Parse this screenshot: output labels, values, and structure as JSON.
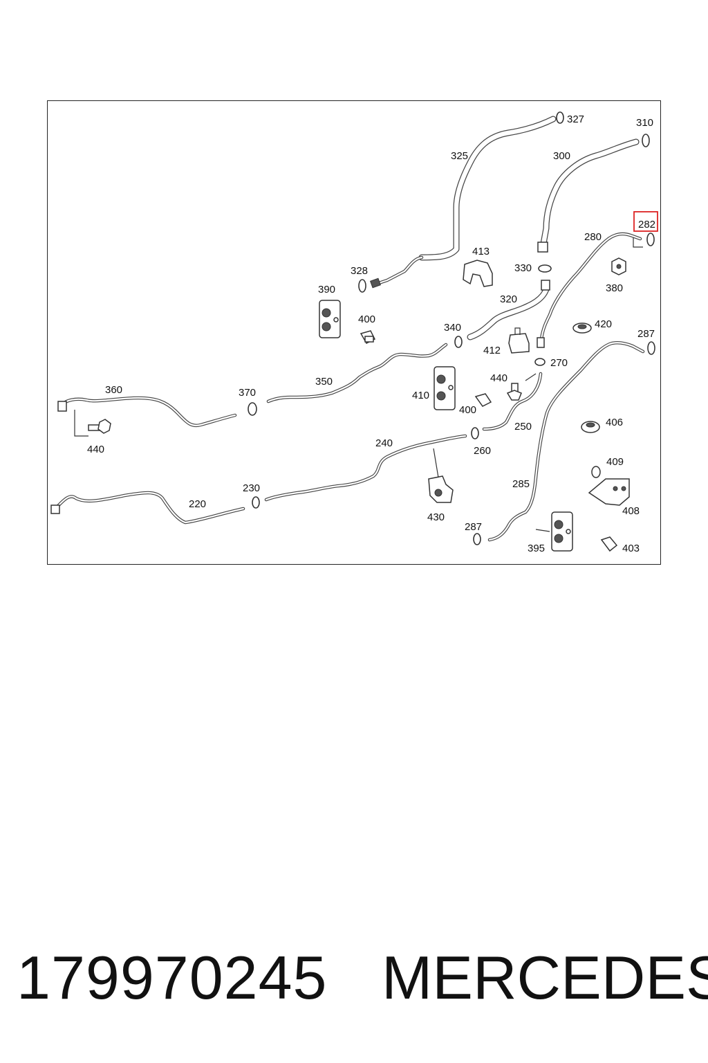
{
  "diagram": {
    "labels": {
      "l327": "327",
      "l310": "310",
      "l325": "325",
      "l300": "300",
      "l282": "282",
      "l280": "280",
      "l413": "413",
      "l330": "330",
      "l380": "380",
      "l328": "328",
      "l390": "390",
      "l320": "320",
      "l400a": "400",
      "l340": "340",
      "l420": "420",
      "l412": "412",
      "l287a": "287",
      "l270": "270",
      "l360": "360",
      "l350": "350",
      "l370": "370",
      "l440a": "440",
      "l410": "410",
      "l400b": "400",
      "l250": "250",
      "l406": "406",
      "l440b": "440",
      "l240": "240",
      "l260": "260",
      "l409": "409",
      "l230": "230",
      "l220": "220",
      "l285": "285",
      "l408": "408",
      "l430": "430",
      "l287b": "287",
      "l395": "395",
      "l403": "403"
    },
    "highlighted_label": "282",
    "highlight_color": "#dd2222"
  },
  "footer": {
    "part_number": "179970245",
    "brand": "MERCEDES"
  }
}
